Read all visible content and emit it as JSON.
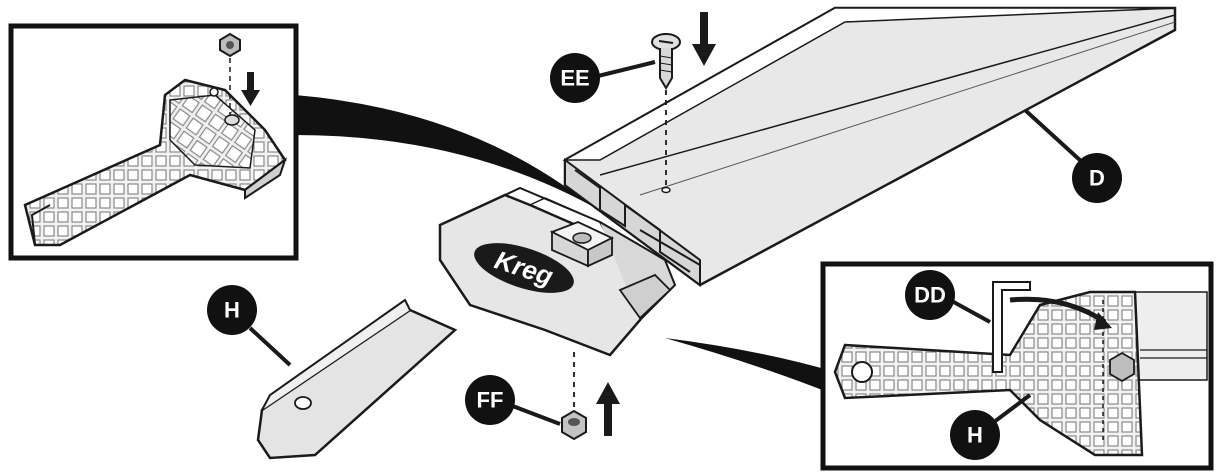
{
  "diagram": {
    "callouts": {
      "ee": "EE",
      "d": "D",
      "h_main": "H",
      "ff": "FF",
      "dd": "DD",
      "h_inset": "H"
    },
    "brand_logo": "Kreg"
  },
  "colors": {
    "line": "#1a1a1a",
    "part_fill": "#e6e6e6",
    "part_fill_dark": "#cfcfcf",
    "callout_fill": "#111111",
    "background": "#ffffff"
  }
}
